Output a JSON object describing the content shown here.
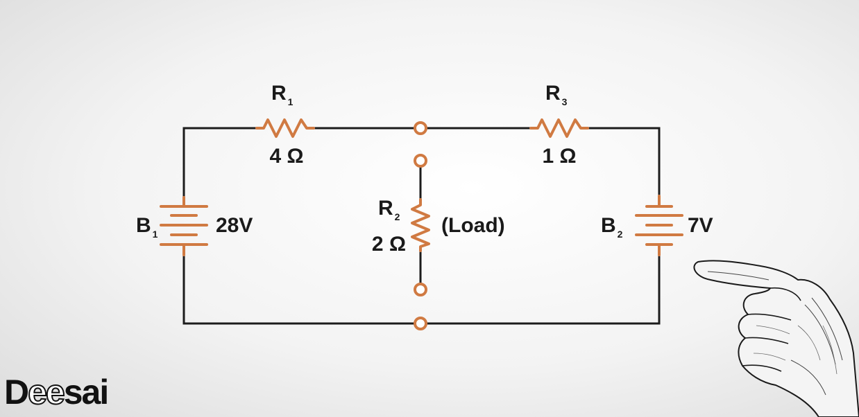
{
  "diagram": {
    "components": {
      "r1": {
        "name": "R",
        "sub": "1",
        "value": "4 Ω"
      },
      "r2": {
        "name": "R",
        "sub": "2",
        "value": "2 Ω",
        "note": "(Load)"
      },
      "r3": {
        "name": "R",
        "sub": "3",
        "value": "1 Ω"
      },
      "b1": {
        "name": "B",
        "sub": "1",
        "value": "28V"
      },
      "b2": {
        "name": "B",
        "sub": "2",
        "value": "7V"
      }
    },
    "colors": {
      "wire": "#1c1c1c",
      "component": "#d07a42"
    }
  },
  "logo": {
    "part1": "D",
    "part2": "ee",
    "part3": "sai"
  },
  "decor": {
    "hand": "pointing-hand-icon"
  }
}
